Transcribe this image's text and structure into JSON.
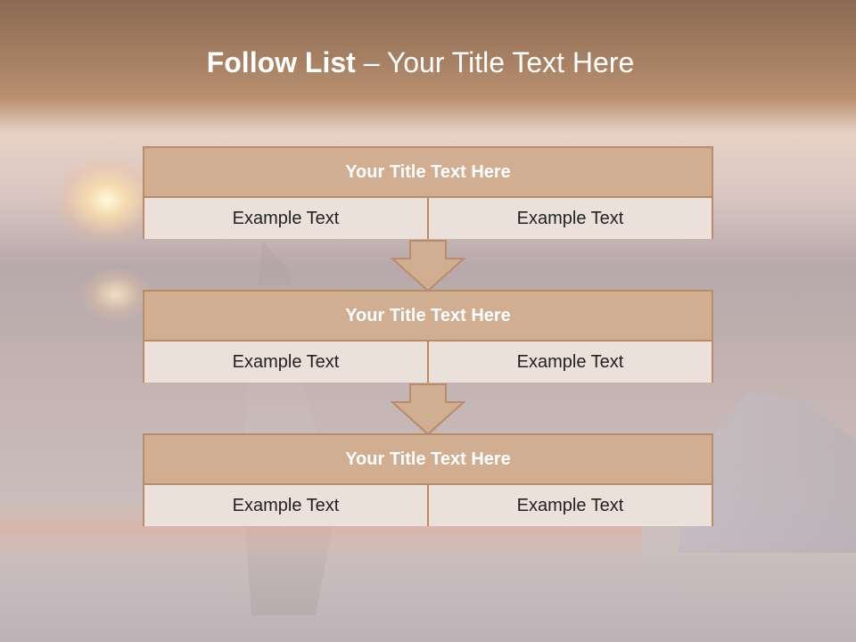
{
  "title": {
    "bold": "Follow List",
    "rest": " – Your Title Text Here"
  },
  "steps": [
    {
      "title": "Your Title Text Here",
      "left": "Example Text",
      "right": "Example Text"
    },
    {
      "title": "Your Title Text Here",
      "left": "Example Text",
      "right": "Example Text"
    },
    {
      "title": "Your Title Text Here",
      "left": "Example Text",
      "right": "Example Text"
    }
  ],
  "colors": {
    "header_fill": "#d1ad91",
    "cell_fill": "#ece0da",
    "border": "#b88c68",
    "title_text": "#ffffff"
  },
  "icons": [
    "down-arrow-icon"
  ]
}
